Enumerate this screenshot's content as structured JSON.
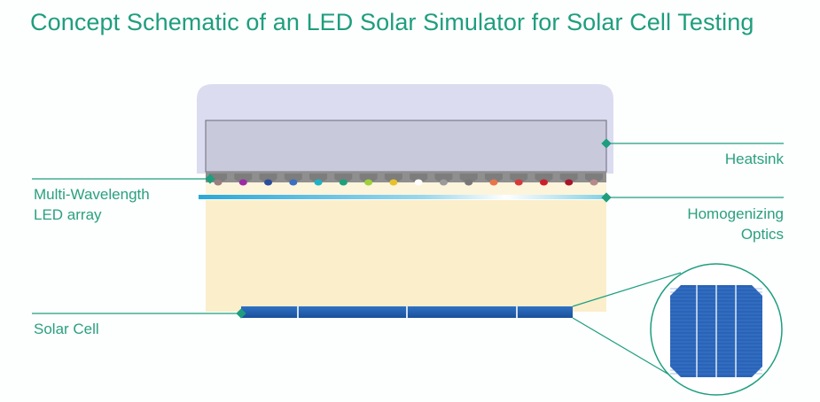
{
  "title": "Concept Schematic of an LED Solar Simulator for Solar Cell Testing",
  "labels": {
    "heatsink": "Heatsink",
    "led_array_line1": "Multi-Wavelength",
    "led_array_line2": "LED array",
    "optics_line1": "Homogenizing",
    "optics_line2": "Optics",
    "solar_cell": "Solar Cell"
  },
  "colors": {
    "accent": "#1e9e7e",
    "housing": "#dcdcf0",
    "light_beam": "#fbeecb",
    "cell_blue": "#1f5fb0"
  },
  "led_colors": [
    "#9a7f80",
    "#9c2ba8",
    "#2a4d9e",
    "#3a6fc2",
    "#1eb2c8",
    "#1aa27c",
    "#9fd23a",
    "#e6c22a",
    "#ffffff",
    "#9a9a9a",
    "#777777",
    "#e8744a",
    "#d8383a",
    "#cc1f2a",
    "#a8142a",
    "#b68a8a"
  ]
}
